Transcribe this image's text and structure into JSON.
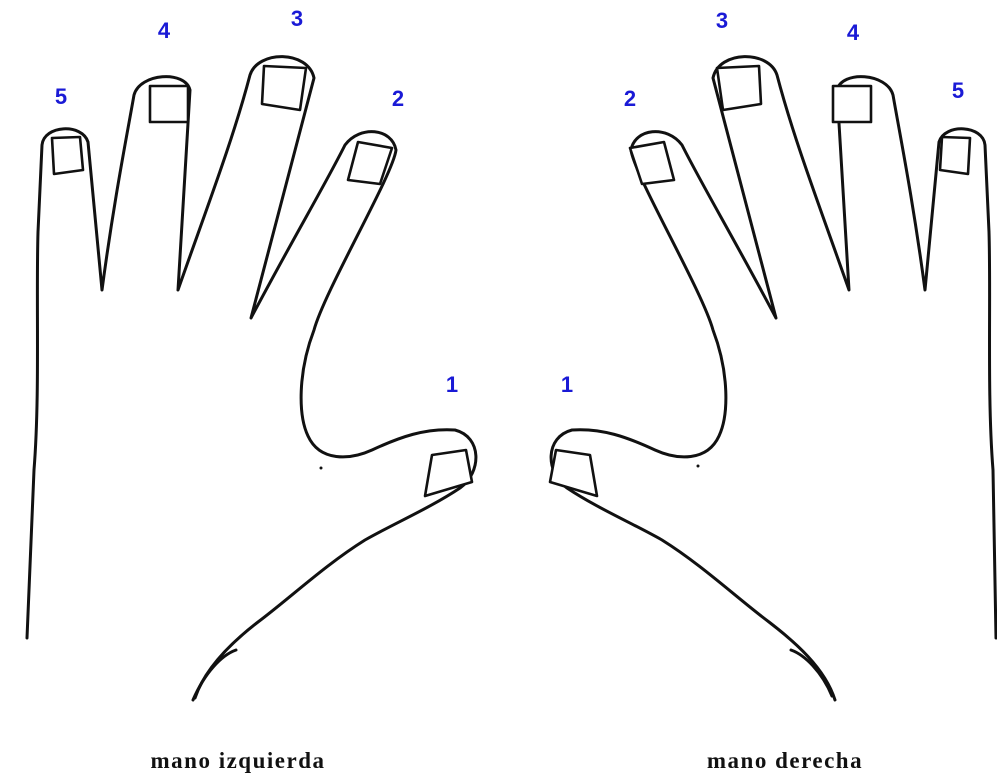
{
  "colors": {
    "number_color": "#1a1ad6",
    "outline_color": "#111111",
    "background": "#ffffff"
  },
  "left_hand": {
    "caption": "mano izquierda",
    "finger_numbers": {
      "thumb": "1",
      "index": "2",
      "middle": "3",
      "ring": "4",
      "little": "5"
    }
  },
  "right_hand": {
    "caption": "mano derecha",
    "finger_numbers": {
      "thumb": "1",
      "index": "2",
      "middle": "3",
      "ring": "4",
      "little": "5"
    }
  }
}
